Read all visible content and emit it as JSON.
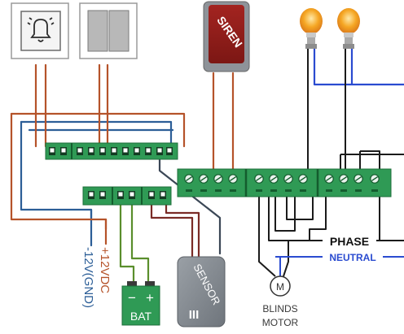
{
  "siren": {
    "label": "SIREN"
  },
  "sensor": {
    "label": "SENSOR",
    "mark": "III"
  },
  "battery": {
    "minus": "−",
    "plus": "+",
    "label": "BAT"
  },
  "supply": {
    "positive": "+12VDC",
    "negative": "-12V(GND)"
  },
  "lines": {
    "phase": "PHASE",
    "neutral": "NEUTRAL"
  },
  "motor": {
    "symbol": "M",
    "line1": "BLINDS",
    "line2": "MOTOR"
  },
  "colors": {
    "wire_brown": "#b5532a",
    "wire_blue": "#2c5e97",
    "wire_black": "#1b1b1b",
    "wire_green": "#5a8e2c",
    "wire_darkred": "#7a2b26",
    "wire_grey": "#3b4756",
    "terminal_green": "#2f9a55",
    "siren_red": "#8a1a18",
    "neutral_blue": "#2a4bd0"
  }
}
